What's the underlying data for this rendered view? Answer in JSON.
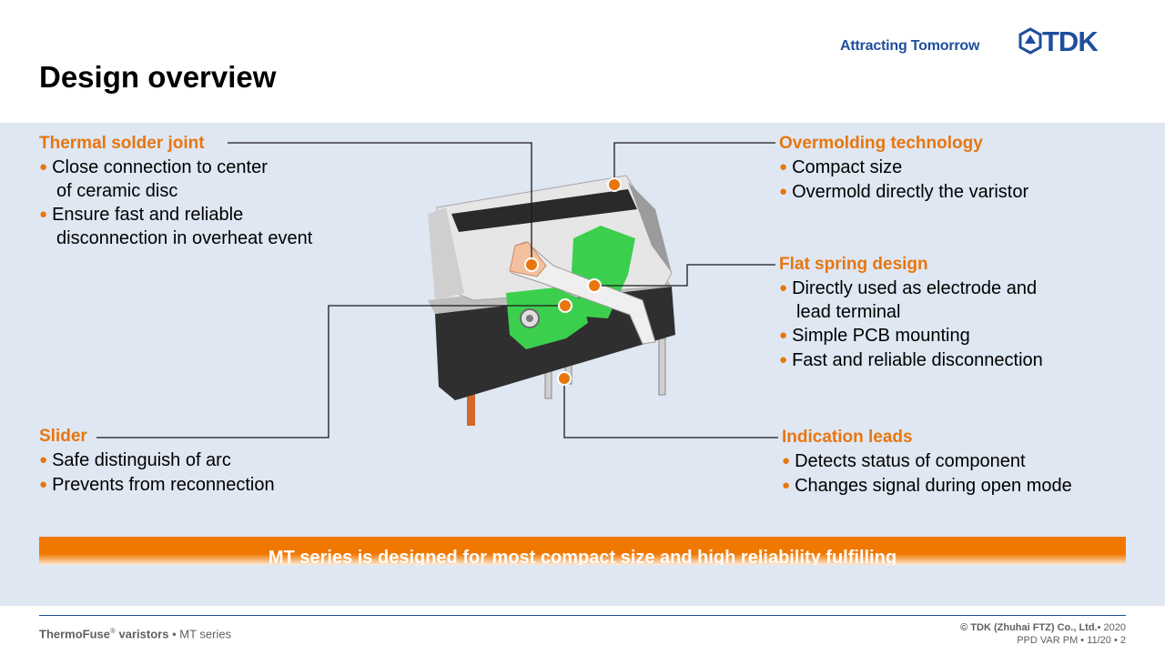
{
  "header": {
    "title": "Design overview",
    "tagline": "Attracting Tomorrow",
    "logo_text": "TDK"
  },
  "callouts": {
    "thermal": {
      "heading": "Thermal solder joint",
      "bullets": [
        "Close connection to center",
        "of ceramic disc",
        "Ensure fast and reliable",
        "disconnection in overheat event"
      ]
    },
    "slider": {
      "heading": "Slider",
      "bullets": [
        "Safe distinguish of arc",
        "Prevents from reconnection"
      ]
    },
    "overmolding": {
      "heading": "Overmolding technology",
      "bullets": [
        "Compact size",
        "Overmold directly the varistor"
      ]
    },
    "spring": {
      "heading": "Flat spring design",
      "bullets": [
        "Directly used as electrode and",
        "lead terminal",
        "Simple PCB mounting",
        "Fast and reliable disconnection"
      ]
    },
    "indication": {
      "heading": "Indication leads",
      "bullets": [
        "Detects status of component",
        "Changes signal during open mode"
      ]
    }
  },
  "bullet_glyph": "●",
  "banner": "MT series is designed for most compact size and high reliability fulfilling",
  "footer": {
    "product": "ThermoFuse",
    "registered": "®",
    "product_rest": " varistors",
    "separator": " • ",
    "series": "MT series",
    "copyright_bold": "© TDK (Zhuhai FTZ) Co., Ltd.",
    "year": "• 2020",
    "page_info": "PPD VAR PM • 11/20 • 2"
  },
  "colors": {
    "accent_orange": "#e8760e",
    "brand_blue": "#1f4e9c",
    "panel_bg": "#dfe7f3",
    "highlight_green": "#3ccf4e"
  }
}
